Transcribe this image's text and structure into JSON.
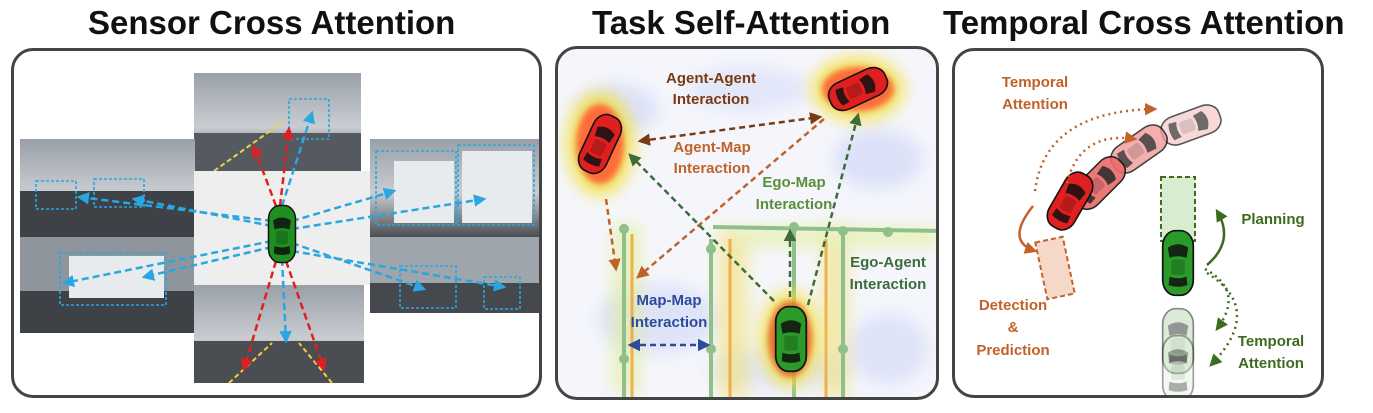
{
  "panels": {
    "sensor": {
      "title": "Sensor Cross Attention"
    },
    "task": {
      "title": "Task Self-Attention",
      "labels": {
        "agent_agent_1": "Agent-Agent",
        "agent_agent_2": "Interaction",
        "agent_map_1": "Agent-Map",
        "agent_map_2": "Interaction",
        "ego_map_1": "Ego-Map",
        "ego_map_2": "Interaction",
        "ego_agent_1": "Ego-Agent",
        "ego_agent_2": "Interaction",
        "map_map_1": "Map-Map",
        "map_map_2": "Interaction"
      }
    },
    "temporal": {
      "title": "Temporal Cross Attention",
      "labels": {
        "temporal_top_1": "Temporal",
        "temporal_top_2": "Attention",
        "planning": "Planning",
        "detection_1": "Detection",
        "detection_2": "&",
        "detection_3": "Prediction",
        "temporal_bottom_1": "Temporal",
        "temporal_bottom_2": "Attention"
      }
    }
  },
  "colors": {
    "ego_car": "#1f8f1f",
    "agent_car": "#e02020",
    "sensor_arrow_blue": "#2aa6e0",
    "sensor_arrow_red": "#e02020",
    "agent_agent": "#7a3a12",
    "agent_map": "#c0622a",
    "ego_map": "#5a8f3a",
    "ego_agent": "#3d6b3d",
    "map_map": "#2e4a9a",
    "temporal_orange": "#c0622a",
    "planning_green": "#3d6b1f"
  }
}
